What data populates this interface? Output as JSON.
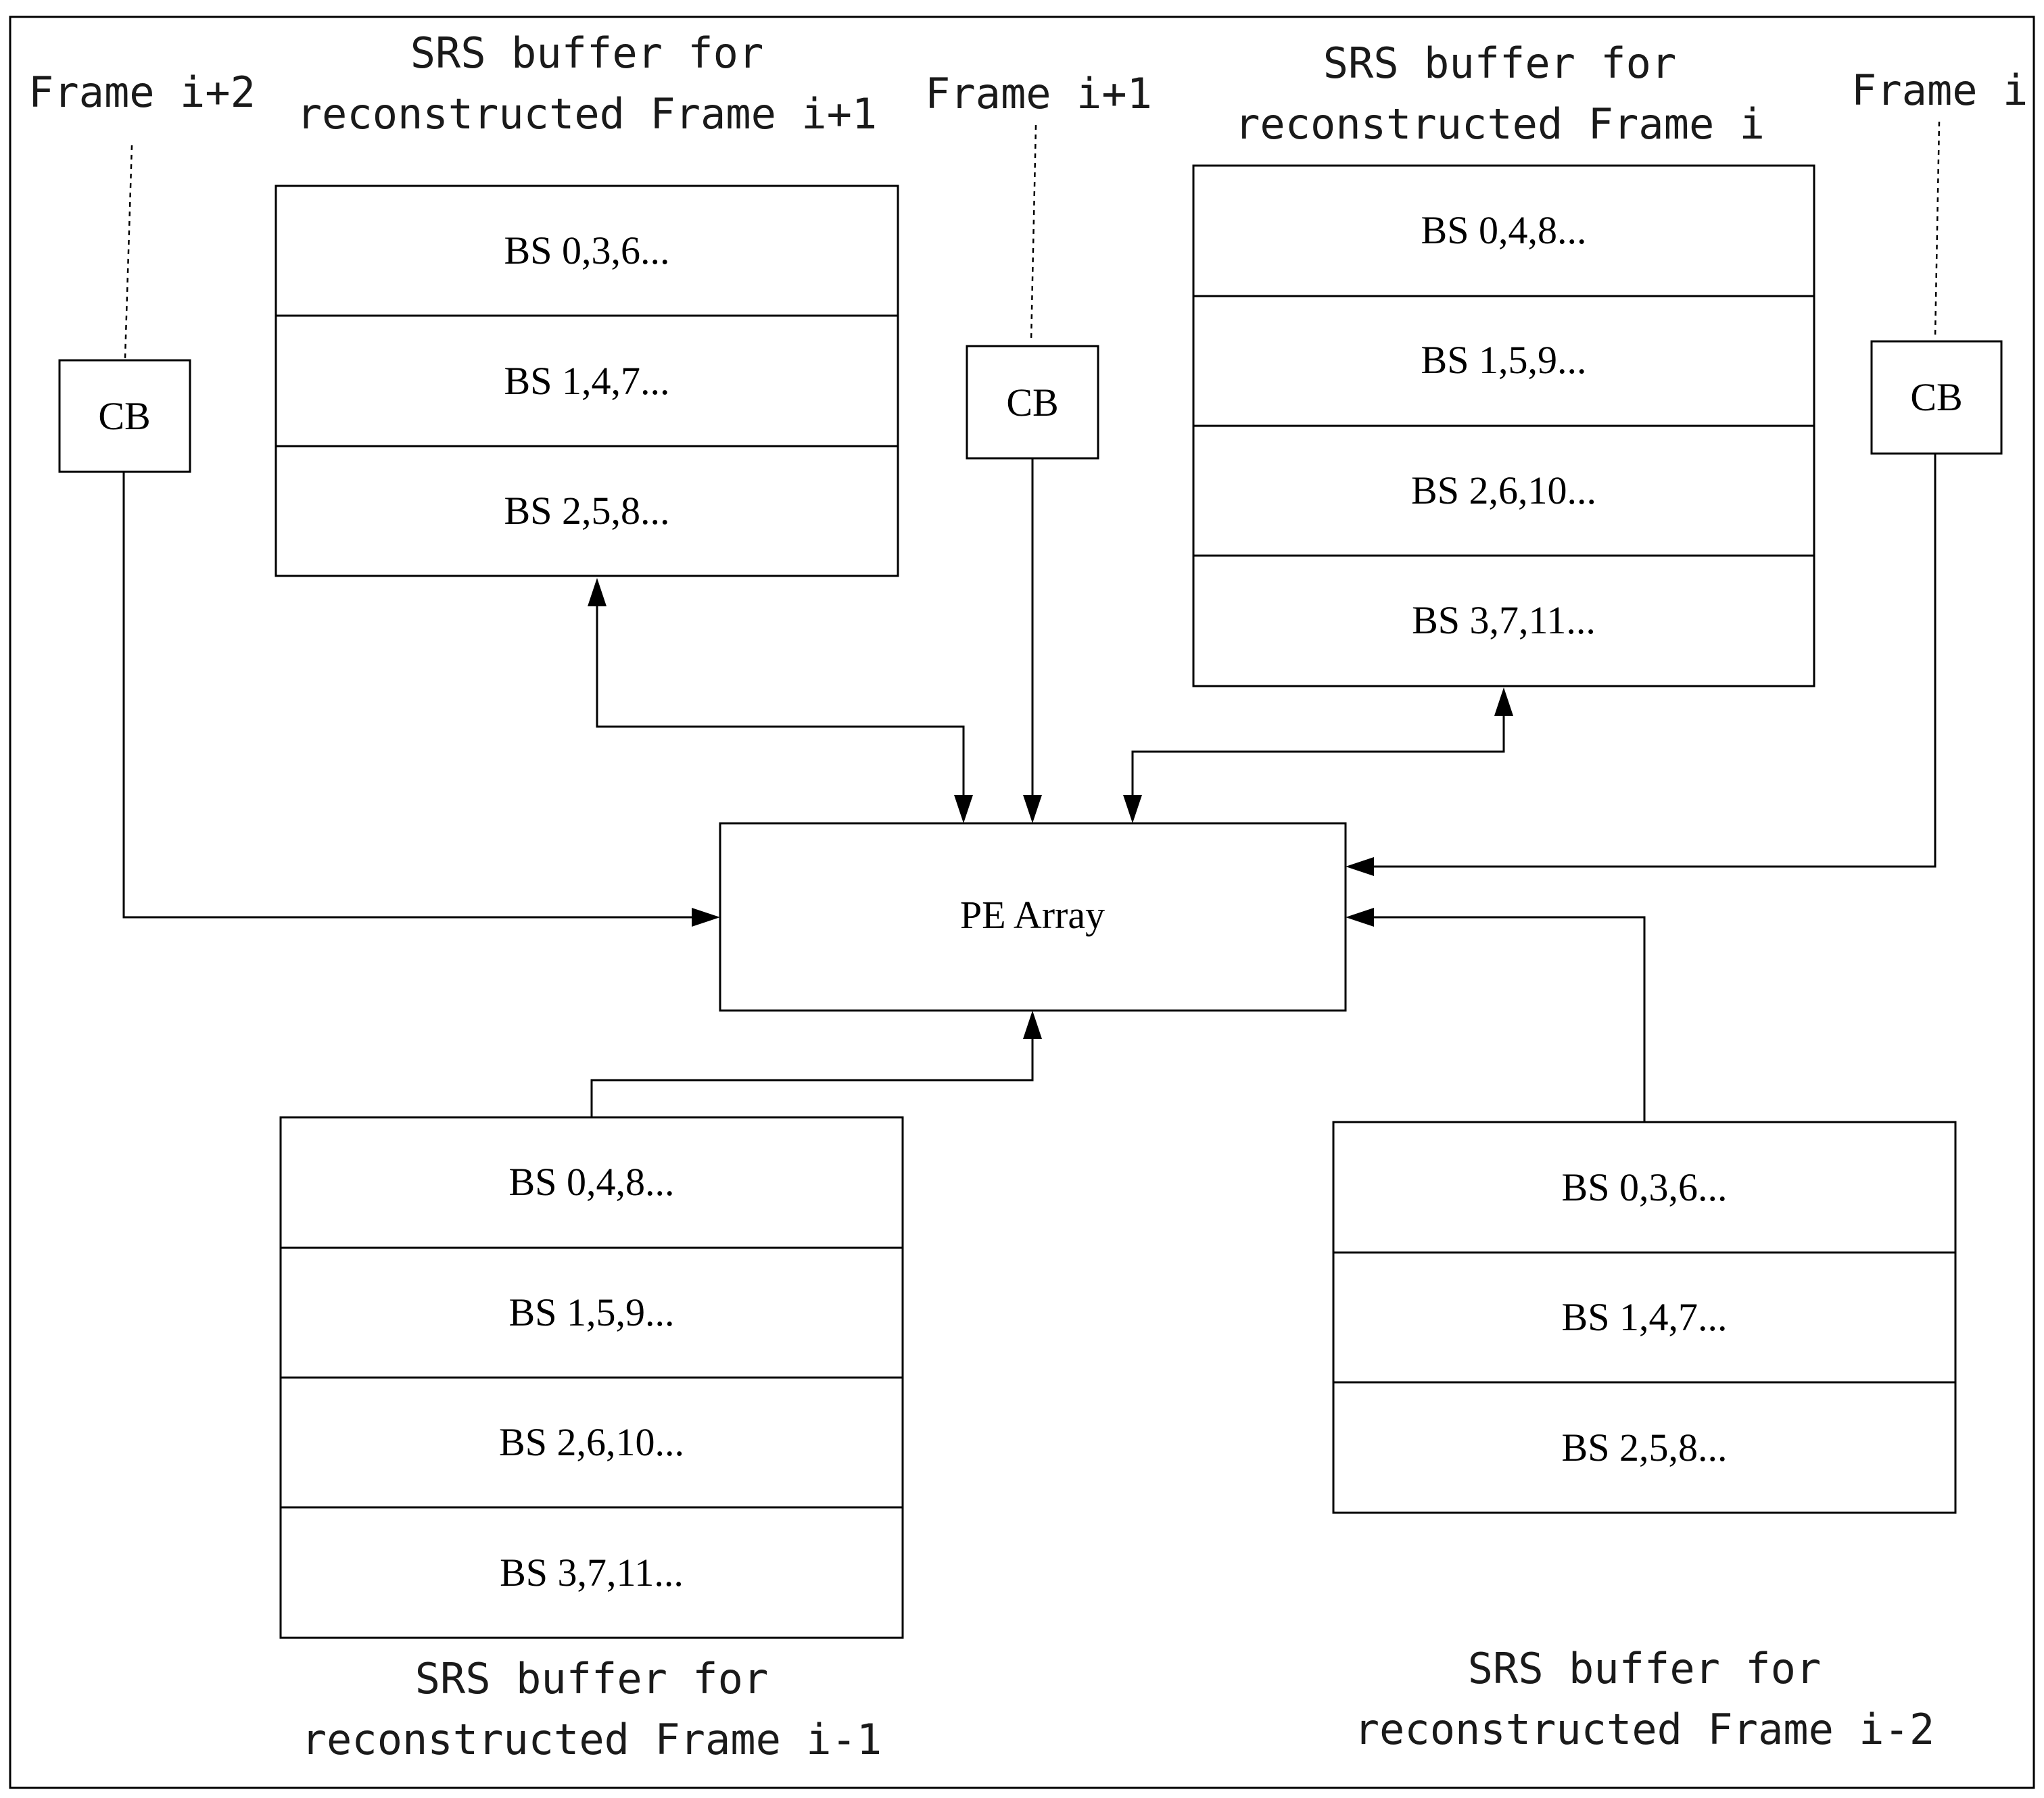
{
  "frames": {
    "frame_i2": "Frame i+2",
    "frame_i1": "Frame i+1",
    "frame_i": "Frame i"
  },
  "cb_label": "CB",
  "pe_array_label": "PE Array",
  "buffers": {
    "frame_i1": {
      "title_line1": "SRS buffer for",
      "title_line2": "reconstructed Frame i+1",
      "rows": [
        "BS 0,3,6...",
        "BS 1,4,7...",
        "BS 2,5,8..."
      ]
    },
    "frame_i": {
      "title_line1": "SRS buffer for",
      "title_line2": "reconstructed Frame i",
      "rows": [
        "BS 0,4,8...",
        "BS 1,5,9...",
        "BS 2,6,10...",
        "BS 3,7,11..."
      ]
    },
    "frame_i_minus1": {
      "title_line1": "SRS buffer for",
      "title_line2": "reconstructed Frame i-1",
      "rows": [
        "BS 0,4,8...",
        "BS 1,5,9...",
        "BS 2,6,10...",
        "BS 3,7,11..."
      ]
    },
    "frame_i_minus2": {
      "title_line1": "SRS buffer for",
      "title_line2": "reconstructed Frame i-2",
      "rows": [
        "BS 0,3,6...",
        "BS 1,4,7...",
        "BS 2,5,8..."
      ]
    }
  }
}
